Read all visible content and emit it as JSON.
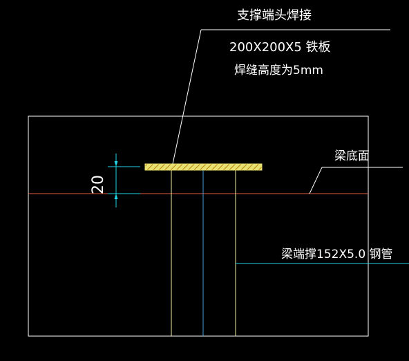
{
  "labels": {
    "title_note": "支撑端头焊接",
    "plate_spec": "200X200X5 铁板",
    "weld_height": "焊缝高度为5mm",
    "beam_bottom": "梁底面",
    "pipe_spec": "梁端撑152X5.0 钢管",
    "dimension_value": "20"
  },
  "colors": {
    "background": "#000000",
    "outline": "#ffffff",
    "beam_line": "#e06040",
    "pipe": "#f5f0a0",
    "pipe_axis": "#4a9dd8",
    "plate_fill": "#e8e070",
    "plate_hatch": "#c89a20",
    "leader": "#ffffff",
    "dimension": "#22d3e6",
    "pipe_leader": "#22d3e6"
  }
}
